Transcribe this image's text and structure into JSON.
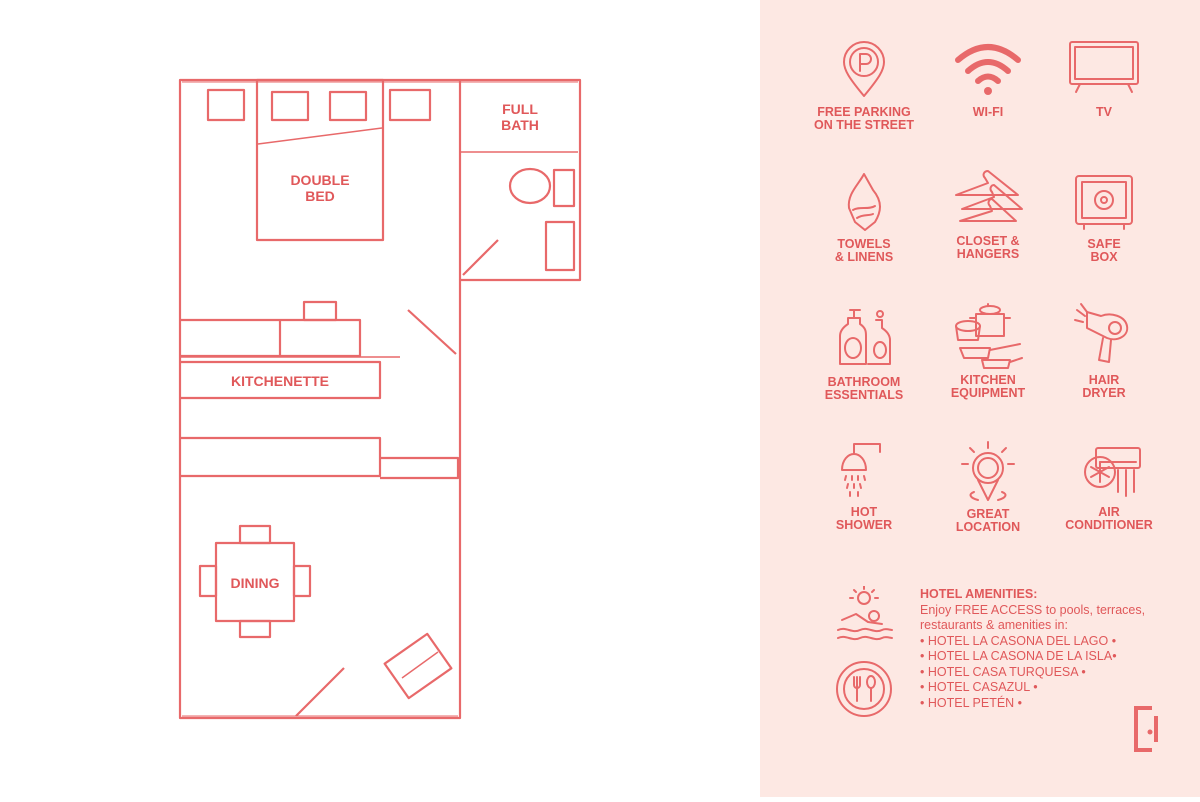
{
  "floorplan": {
    "labels": {
      "double_bed": "DOUBLE\nBED",
      "full_bath": "FULL\nBATH",
      "kitchenette": "KITCHENETTE",
      "dining": "DINING"
    }
  },
  "amenities": [
    {
      "icon": "parking-icon",
      "label": "FREE PARKING\nON THE STREET"
    },
    {
      "icon": "wifi-icon",
      "label": "WI-FI"
    },
    {
      "icon": "tv-icon",
      "label": "TV"
    },
    {
      "icon": "towel-icon",
      "label": "TOWELS\n& LINENS"
    },
    {
      "icon": "hanger-icon",
      "label": "CLOSET &\nHANGERS"
    },
    {
      "icon": "safe-icon",
      "label": "SAFE\nBOX"
    },
    {
      "icon": "bottles-icon",
      "label": "BATHROOM\nESSENTIALS"
    },
    {
      "icon": "cookware-icon",
      "label": "KITCHEN\nEQUIPMENT"
    },
    {
      "icon": "hair-dryer-icon",
      "label": "HAIR\nDRYER"
    },
    {
      "icon": "shower-icon",
      "label": "HOT\nSHOWER"
    },
    {
      "icon": "location-pin-icon",
      "label": "GREAT\nLOCATION"
    },
    {
      "icon": "air-conditioner-icon",
      "label": "AIR\nCONDITIONER"
    }
  ],
  "hotel_amenities": {
    "title": "HOTEL AMENITIES:",
    "intro_1": "Enjoy FREE ACCESS to pools, terraces,",
    "intro_2": "restaurants & amenities in:",
    "hotels": [
      "• HOTEL LA CASONA DEL LAGO •",
      "• HOTEL LA CASONA DE LA ISLA•",
      "• HOTEL CASA TURQUESA •",
      "• HOTEL CASAZUL •",
      "• HOTEL PETÉN •"
    ]
  },
  "colors": {
    "accent": "#e8696a",
    "panel_bg": "#fde8e3"
  }
}
